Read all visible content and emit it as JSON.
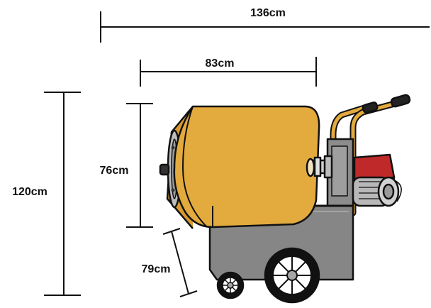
{
  "dimensions": {
    "overall_length": "136cm",
    "drum_length": "83cm",
    "drum_height": "76cm",
    "overall_height": "120cm",
    "frame_height": "79cm"
  },
  "colors": {
    "drum": "#e3aa3d",
    "frame": "#868686",
    "motor": "#c02929",
    "handle": "#e3aa3d",
    "outline": "#111111"
  }
}
